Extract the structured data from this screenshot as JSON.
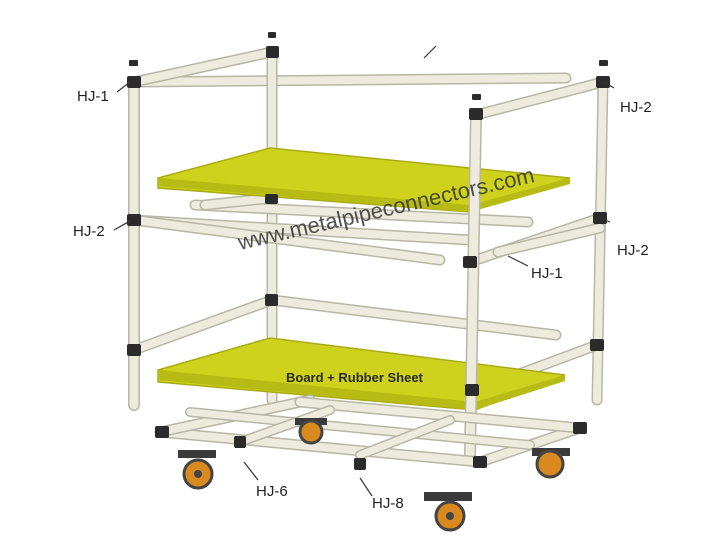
{
  "labels": {
    "hj1_left": "HJ-1",
    "hj2_top_right": "HJ-2",
    "hj2_left": "HJ-2",
    "hj2_right": "HJ-2",
    "hj1_center": "HJ-1",
    "hj6": "HJ-6",
    "hj8": "HJ-8"
  },
  "board_label": "Board + Rubber Sheet",
  "watermark": "www.metalpipeconnectors.com",
  "colors": {
    "pipe": "#ecebdd",
    "pipe_edge": "#b8b6a4",
    "joint": "#2b2b2b",
    "board": "#cfd21c",
    "board_edge": "#a9ab12",
    "wheel": "#d98a1e",
    "caster": "#3a3a3a"
  }
}
